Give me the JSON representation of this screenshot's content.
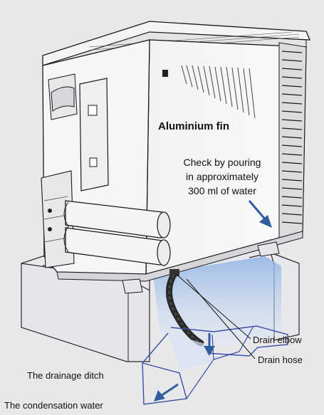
{
  "labels": {
    "aluminium_fin": "Aluminium fin",
    "check_line1": "Check by pouring",
    "check_line2": "in approximately",
    "check_line3": "300 ml of water",
    "drain_elbow": "Drain elbow",
    "drain_hose": "Drain hose",
    "drainage_ditch": "The drainage ditch",
    "condensation_water": "The condensation water"
  },
  "colors": {
    "background": "#e8e8eb",
    "outline": "#1a1a1a",
    "arrow_blue": "#2f5d9e",
    "water_blue": "#a9c6ec",
    "hose_dark": "#2a2a2a",
    "ditch_blue": "#3a4ea8"
  },
  "icons": {
    "unit": "outdoor-unit-illustration",
    "pour_arrow": "arrow-down-right-icon",
    "drain_arrow": "arrow-down-icon",
    "outflow_arrow": "arrow-down-left-icon"
  }
}
